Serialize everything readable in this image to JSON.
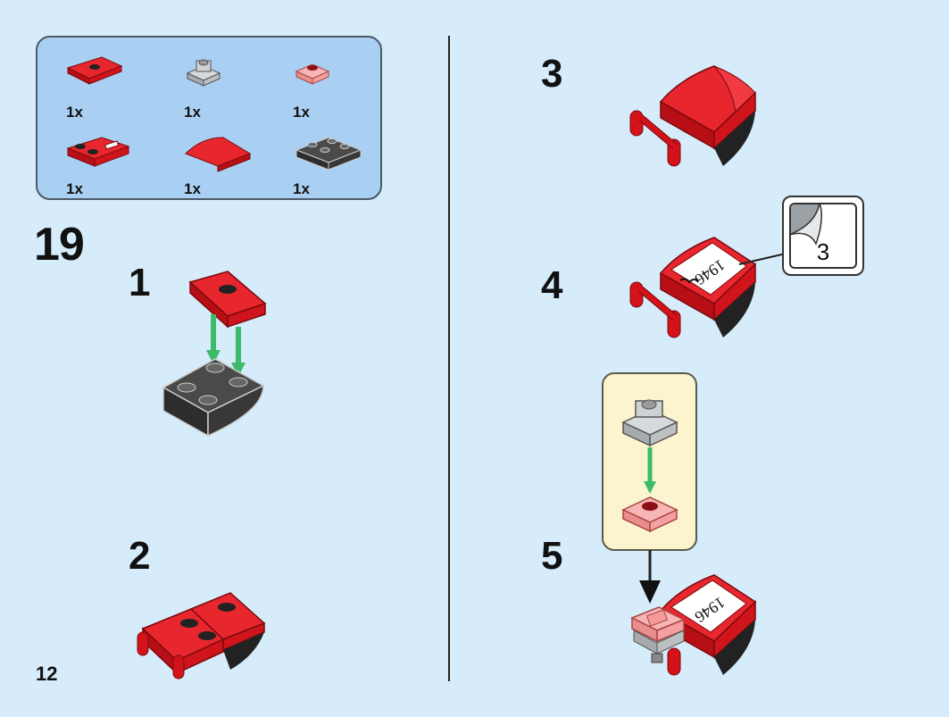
{
  "page": {
    "number": "12"
  },
  "parts_list": [
    {
      "qty": "1x",
      "part": "red-plate-1x2-center-stud"
    },
    {
      "qty": "1x",
      "part": "gray-clip-plate"
    },
    {
      "qty": "1x",
      "part": "trans-red-plate-with-stud"
    },
    {
      "qty": "1x",
      "part": "red-plate-with-bar"
    },
    {
      "qty": "1x",
      "part": "red-curved-slope"
    },
    {
      "qty": "1x",
      "part": "dark-gray-inverted-slope"
    }
  ],
  "main_step": {
    "number": "19"
  },
  "sub_steps": [
    {
      "number": "1"
    },
    {
      "number": "2"
    },
    {
      "number": "3"
    },
    {
      "number": "4"
    },
    {
      "number": "5"
    }
  ],
  "sticker": {
    "number": "3"
  },
  "sticker_print": {
    "text": "1946"
  },
  "colors": {
    "background": "#d6ecfa",
    "parts_box": "#a9d0f2",
    "brick_red": "#d4121a",
    "dark_gray": "#3c3c3c",
    "light_gray": "#bfc3c6",
    "trans_red": "#f5a3a3",
    "arrow_green": "#3dbb6a",
    "callout": "#fbf4cf"
  }
}
